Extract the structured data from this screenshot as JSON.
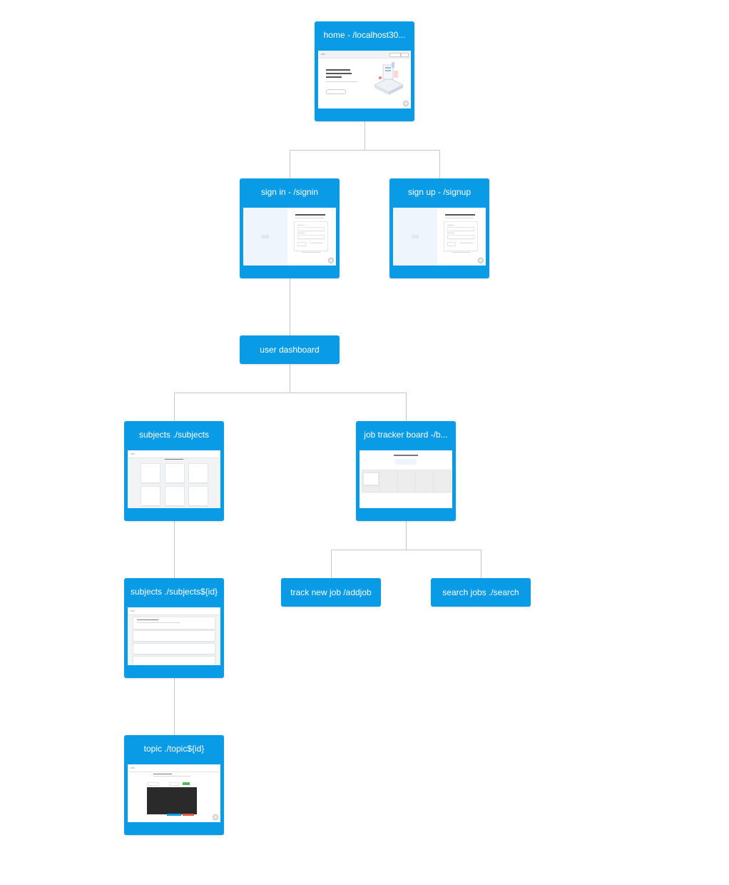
{
  "diagram": {
    "nodes": {
      "home": {
        "title": "home - /localhost30..."
      },
      "signin": {
        "title": "sign in - /signin"
      },
      "signup": {
        "title": "sign up - /signup"
      },
      "dashboard": {
        "title": "user dashboard"
      },
      "subjects": {
        "title": "subjects ./subjects"
      },
      "jobtracker": {
        "title": "job tracker board -/b..."
      },
      "subjects_id": {
        "title": "subjects ./subjects${id}"
      },
      "addjob": {
        "title": "track new job /addjob"
      },
      "searchjobs": {
        "title": "search jobs ./search"
      },
      "topic": {
        "title": "topic ./topic${id}"
      }
    }
  },
  "colors": {
    "node": "#0a9be6",
    "connector": "#c8c8c8",
    "background": "#ffffff"
  }
}
